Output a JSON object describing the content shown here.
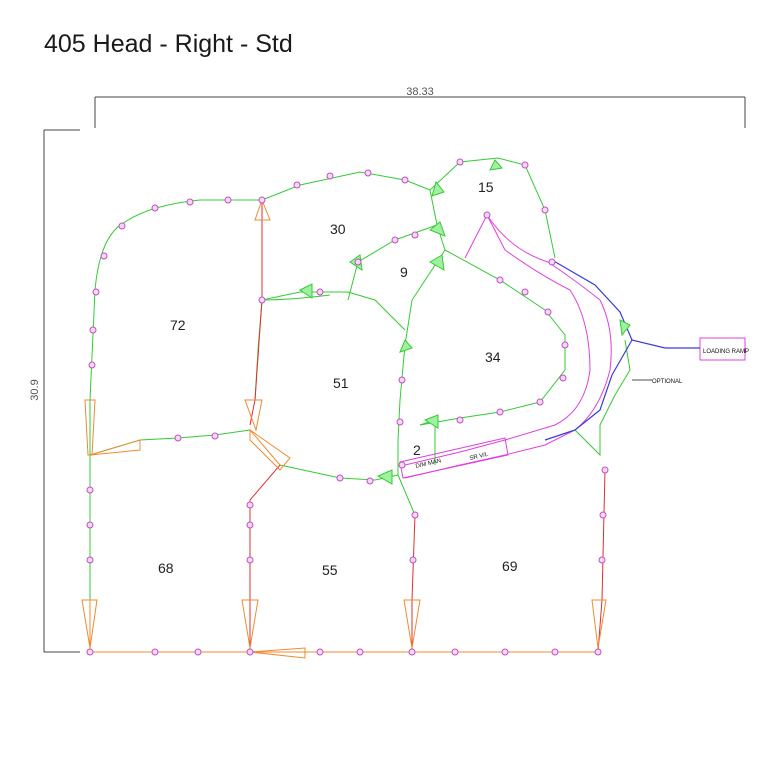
{
  "title": "405 Head - Right - Std",
  "dimensions": {
    "width": "38.33",
    "height": "30.9"
  },
  "zones": [
    {
      "name": "zone-15",
      "label": "15"
    },
    {
      "name": "zone-30",
      "label": "30"
    },
    {
      "name": "zone-9",
      "label": "9"
    },
    {
      "name": "zone-72",
      "label": "72"
    },
    {
      "name": "zone-34",
      "label": "34"
    },
    {
      "name": "zone-51",
      "label": "51"
    },
    {
      "name": "zone-2",
      "label": "2"
    },
    {
      "name": "zone-68",
      "label": "68"
    },
    {
      "name": "zone-55",
      "label": "55"
    },
    {
      "name": "zone-69",
      "label": "69"
    }
  ],
  "annotations": {
    "loading_ramp": "LOADING RAMP",
    "optional": "OPTIONAL",
    "dm_man": "D/M MAN",
    "sr_vl": "SR V/L"
  },
  "colors": {
    "green": "#33cc33",
    "red": "#e03030",
    "orange": "#f08a30",
    "magenta": "#e040e0",
    "blue": "#3a3ae0",
    "node": "#c050c0",
    "dim": "#444444"
  }
}
